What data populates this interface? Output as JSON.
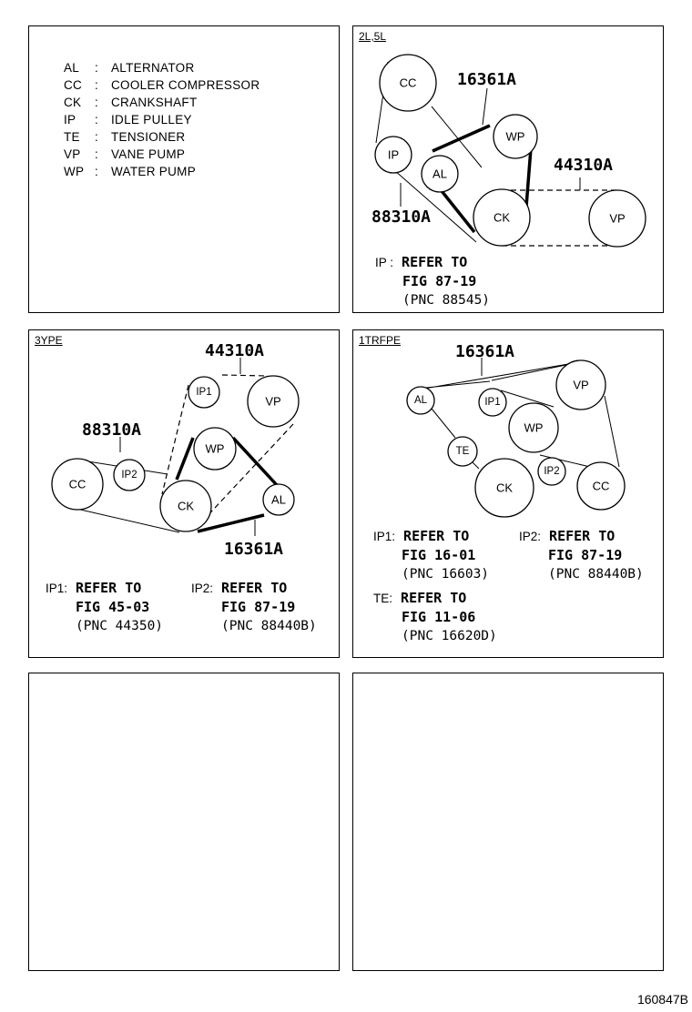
{
  "legend": [
    {
      "abbr": "AL",
      "colon": ":",
      "name": "ALTERNATOR"
    },
    {
      "abbr": "CC",
      "colon": ":",
      "name": "COOLER COMPRESSOR"
    },
    {
      "abbr": "CK",
      "colon": ":",
      "name": "CRANKSHAFT"
    },
    {
      "abbr": "IP",
      "colon": ":",
      "name": "IDLE PULLEY"
    },
    {
      "abbr": "TE",
      "colon": ":",
      "name": "TENSIONER"
    },
    {
      "abbr": "VP",
      "colon": ":",
      "name": "VANE PUMP"
    },
    {
      "abbr": "WP",
      "colon": ":",
      "name": "WATER PUMP"
    }
  ],
  "panel_2l": {
    "tag": "2L,5L",
    "pulleys": {
      "cc": "CC",
      "ip": "IP",
      "al": "AL",
      "wp": "WP",
      "ck": "CK",
      "vp": "VP"
    },
    "parts": {
      "p16361a": "16361A",
      "p44310a": "44310A",
      "p88310a": "88310A"
    },
    "note": {
      "key": "IP :",
      "l1": "REFER TO",
      "l2": "FIG 87-19",
      "l3": "(PNC 88545)"
    }
  },
  "panel_3y": {
    "tag": "3YPE",
    "pulleys": {
      "cc": "CC",
      "ip2": "IP2",
      "ip1": "IP1",
      "vp": "VP",
      "wp": "WP",
      "ck": "CK",
      "al": "AL"
    },
    "parts": {
      "p44310a": "44310A",
      "p88310a": "88310A",
      "p16361a": "16361A"
    },
    "note1": {
      "key": "IP1:",
      "l1": "REFER TO",
      "l2": "FIG 45-03",
      "l3": "(PNC 44350)"
    },
    "note2": {
      "key": "IP2:",
      "l1": "REFER TO",
      "l2": "FIG 87-19",
      "l3": "(PNC 88440B)"
    }
  },
  "panel_1t": {
    "tag": "1TRFPE",
    "pulleys": {
      "al": "AL",
      "ip1": "IP1",
      "vp": "VP",
      "wp": "WP",
      "te": "TE",
      "ck": "CK",
      "ip2": "IP2",
      "cc": "CC"
    },
    "parts": {
      "p16361a": "16361A"
    },
    "note1": {
      "key": "IP1:",
      "l1": "REFER TO",
      "l2": "FIG 16-01",
      "l3": "(PNC 16603)"
    },
    "note2": {
      "key": "IP2:",
      "l1": "REFER TO",
      "l2": "FIG 87-19",
      "l3": "(PNC 88440B)"
    },
    "note3": {
      "key": "TE:",
      "l1": "REFER TO",
      "l2": "FIG 11-06",
      "l3": "(PNC 16620D)"
    }
  },
  "figure_code": "160847B"
}
